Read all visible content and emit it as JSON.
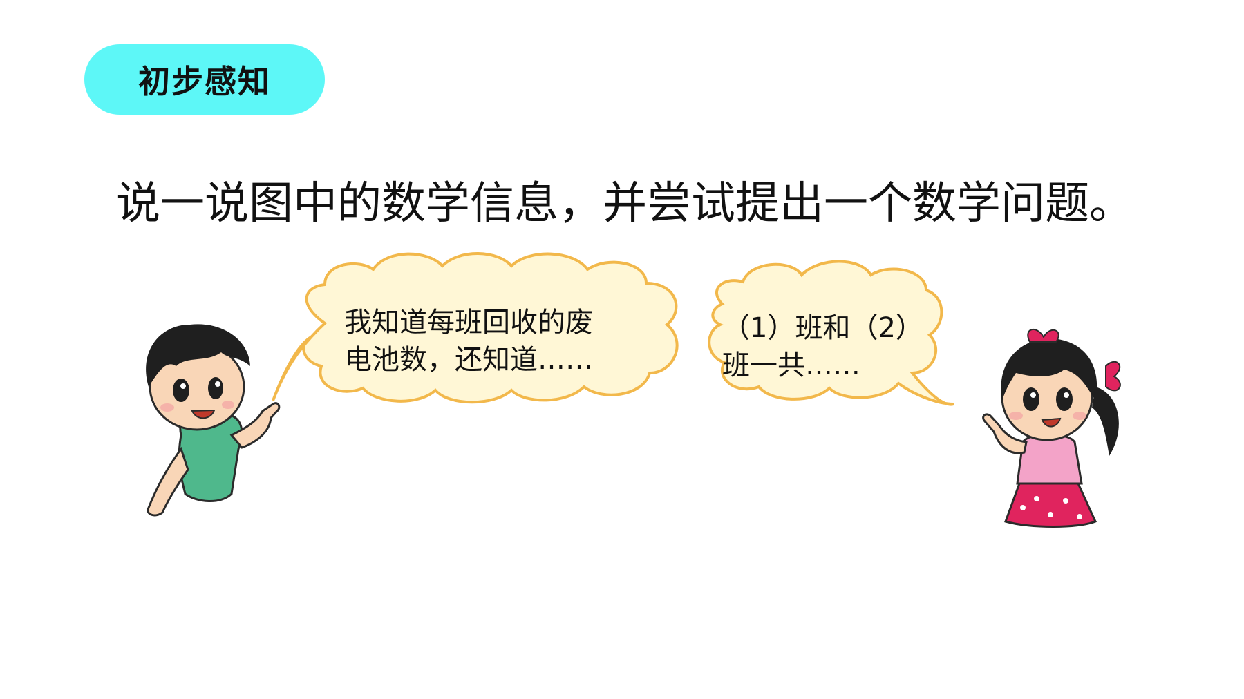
{
  "badge": {
    "label": "初步感知"
  },
  "instruction": {
    "text": "说一说图中的数学信息，并尝试提出一个数学问题。"
  },
  "bubble_left": {
    "line1": "我知道每班回收的废",
    "line2": "电池数，还知道……"
  },
  "bubble_right": {
    "line1": "（1）班和（2）",
    "line2": "班一共……"
  },
  "colors": {
    "badge_bg": "#5df7f7",
    "bubble_fill": "#fff7d6",
    "bubble_stroke": "#f2b84b",
    "boy_shirt": "#4fb88c",
    "girl_shirt": "#f3a3c8",
    "girl_skirt": "#e0245e"
  }
}
